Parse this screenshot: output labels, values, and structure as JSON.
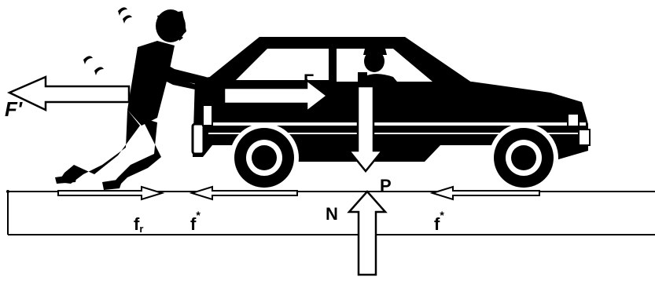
{
  "labels": {
    "push_force": "F",
    "reaction_force": "F'",
    "walker_friction_base": "f",
    "walker_friction_sub": "r",
    "car_friction_front": "f",
    "car_friction_front_sup": "*",
    "car_friction_rear": "f",
    "car_friction_rear_sup": "*",
    "weight": "P",
    "normal_force": "N"
  },
  "colors": {
    "ink": "#000000",
    "paper": "#ffffff"
  },
  "icons": [
    "person-pushing-icon",
    "car-icon",
    "driver-icon",
    "sweat-drops-icon"
  ]
}
